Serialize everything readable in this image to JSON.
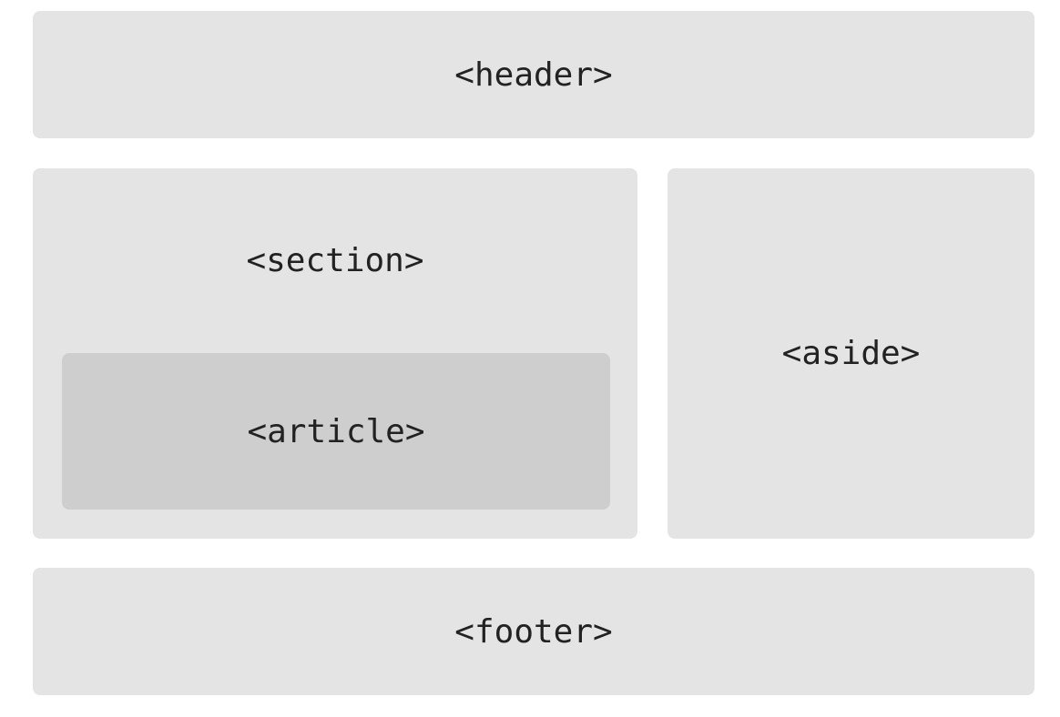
{
  "diagram": {
    "title": "html5-semantic-layout",
    "colors": {
      "page_background": "#ffffff",
      "region_background": "#e4e4e4",
      "nested_region_background": "#cecece",
      "label_text": "#222222"
    },
    "regions": {
      "header": {
        "label": "<header>"
      },
      "section": {
        "label": "<section>"
      },
      "article": {
        "label": "<article>"
      },
      "aside": {
        "label": "<aside>"
      },
      "footer": {
        "label": "<footer>"
      }
    }
  }
}
